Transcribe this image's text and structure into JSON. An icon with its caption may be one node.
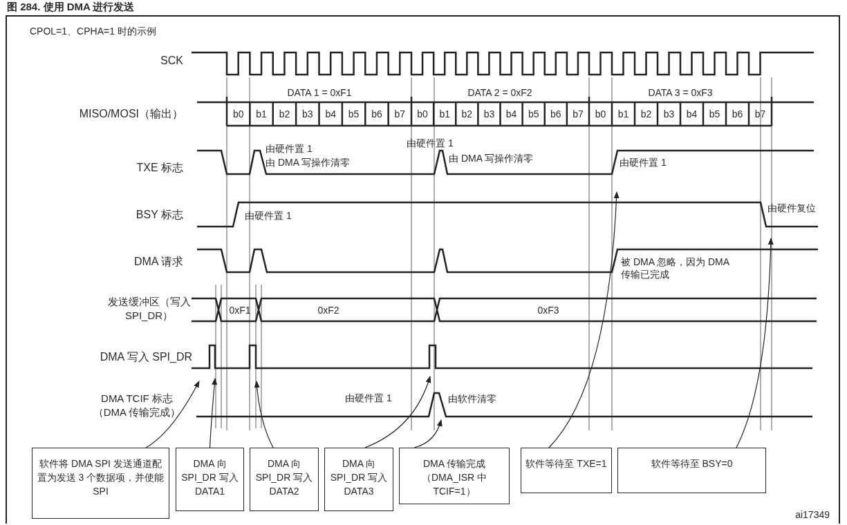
{
  "diagram": {
    "title": "图 284. 使用 DMA 进行发送",
    "nodes": [
      {
        "text": [
          "软件将 DMA SPI 发送通道配置为发送 3 个数据项，并使能 SPI"
        ]
      },
      {
        "text": [
          "DMA 向 SPI_DR 写入 DATA1"
        ]
      },
      {
        "text": [
          "DMA 向 SPI_DR 写入 DATA2"
        ]
      },
      {
        "text": [
          "DMA 向 SPI_DR 写入 DATA3"
        ]
      },
      {
        "text": [
          "DMA 传输完成（DMA_ISR 中 TCIF=1）"
        ]
      },
      {
        "text": [
          "软件等待至 TXE=1"
        ]
      },
      {
        "text": [
          "软件等待至 BSY=0"
        ]
      },
      {
        "text": [],
        "shape": "line"
      },
      {
        "text": [],
        "shape": "line"
      },
      {
        "text": [],
        "shape": "line"
      },
      {
        "text": [],
        "shape": "line"
      }
    ],
    "edges": [
      {
        "from": 0,
        "to": 9,
        "arrow": "to"
      },
      {
        "from": 1,
        "to": 9,
        "arrow": "to"
      },
      {
        "from": 2,
        "to": 9,
        "arrow": "to"
      },
      {
        "from": 3,
        "to": 9,
        "arrow": "to"
      },
      {
        "from": 4,
        "to": 10,
        "arrow": "to"
      },
      {
        "from": 5,
        "to": 7,
        "arrow": "to"
      },
      {
        "from": 6,
        "to": 8,
        "arrow": "to"
      }
    ],
    "labels": [
      "CPOL=1、CPHA=1 时的示例",
      "SCK",
      "DATA 1 = 0xF1",
      "DATA 2 = 0xF2",
      "DATA 3 = 0xF3",
      "MISO/MOSI（输出）",
      "b0",
      "b1",
      "b2",
      "b3",
      "b4",
      "b5",
      "b6",
      "b7",
      "b0",
      "b1",
      "b2",
      "b3",
      "b4",
      "b5",
      "b6",
      "b7",
      "b0",
      "b1",
      "b2",
      "b3",
      "b4",
      "b5",
      "b6",
      "b7",
      "由硬件置 1",
      "由 DMA 写操作清零",
      "由硬件置 1",
      "由 DMA 写操作清零",
      "由硬件置 1",
      "TXE 标志",
      "BSY 标志",
      "由硬件置 1",
      "由硬件复位",
      "DMA 请求",
      "被 DMA 忽略，因为 DMA 传输已完成",
      "发送缓冲区（写入 SPI_DR）",
      "0xF1",
      "0xF2",
      "0xF3",
      "DMA 写入 SPI_DR",
      "DMA TCIF 标志（DMA 传输完成）",
      "由硬件置 1",
      "由软件清零",
      "ai17349"
    ]
  }
}
